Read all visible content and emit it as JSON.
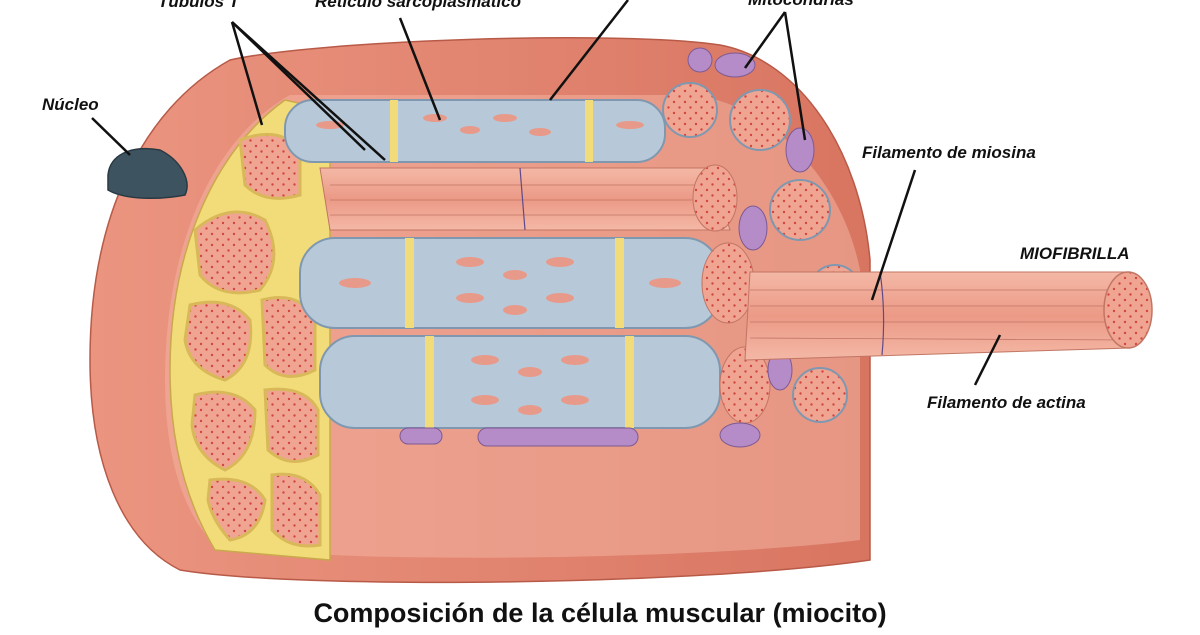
{
  "labels": {
    "tubulos_t": "Túbulos T",
    "reticulo": "Retículo sarcoplasmático",
    "mitocondrias": "Mitocondrias",
    "nucleo": "Núcleo",
    "filamento_miosina": "Filamento de miosina",
    "miofibrilla": "MIOFIBRILLA",
    "filamento_actina": "Filamento de actina"
  },
  "caption": "Composición de la célula muscular (miocito)",
  "colors": {
    "sarcolemma": "#e8927c",
    "sarcolemma_dark": "#d27260",
    "myofibril": "#f0a593",
    "myofibril_dot": "#d2463e",
    "reticulum": "#b7c9d8",
    "reticulum_dark": "#7f98b0",
    "t_tubule": "#f2dc7a",
    "mitochondria": "#b58cc7",
    "nucleus": "#3e5360"
  }
}
